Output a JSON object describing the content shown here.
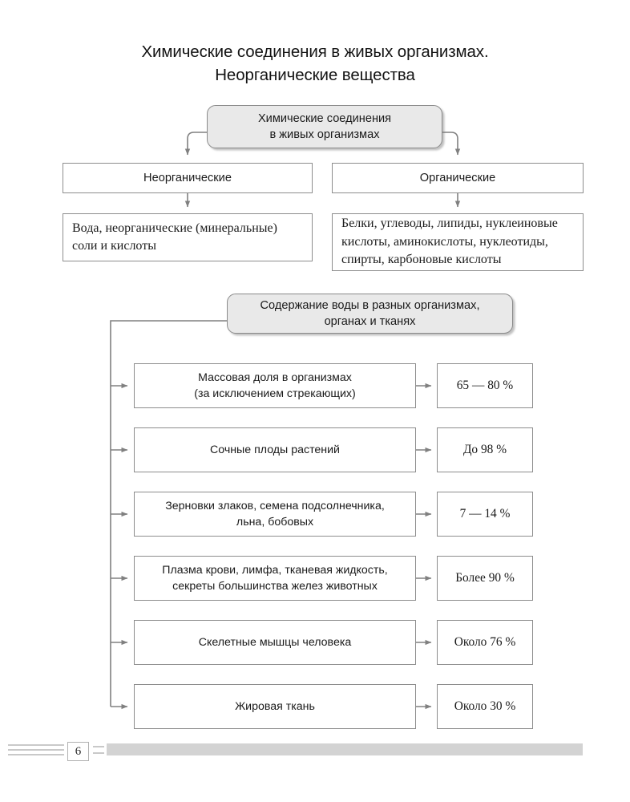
{
  "page": {
    "title_line1": "Химические соединения в живых организмах.",
    "title_line2": "Неорганические вещества",
    "page_number": "6"
  },
  "section1": {
    "root": {
      "line1": "Химические соединения",
      "line2": "в живых организмах"
    },
    "categories": [
      {
        "label": "Неорганические"
      },
      {
        "label": "Органические"
      }
    ],
    "details": [
      {
        "lines": [
          "Вода,  неорганические  (минеральные)",
          "соли и кислоты"
        ]
      },
      {
        "lines": [
          "Белки, углеводы, липиды, нуклеиновые",
          "кислоты,  аминокислоты,  нуклеотиды,",
          "спирты, карбоновые кислоты"
        ]
      }
    ]
  },
  "section2": {
    "header": {
      "line1": "Содержание воды в разных организмах,",
      "line2": "органах и тканях"
    },
    "rows": [
      {
        "label_lines": [
          "Массовая доля в организмах",
          "(за исключением стрекающих)"
        ],
        "value": "65 — 80 %"
      },
      {
        "label_lines": [
          "Сочные плоды растений"
        ],
        "value": "До 98 %"
      },
      {
        "label_lines": [
          "Зерновки злаков, семена подсолнечника,",
          "льна, бобовых"
        ],
        "value": "7 — 14 %"
      },
      {
        "label_lines": [
          "Плазма крови, лимфа, тканевая жидкость,",
          "секреты большинства желез животных"
        ],
        "value": "Более 90 %"
      },
      {
        "label_lines": [
          "Скелетные мышцы человека"
        ],
        "value": "Около 76 %"
      },
      {
        "label_lines": [
          "Жировая ткань"
        ],
        "value": "Около 30 %"
      }
    ]
  },
  "colors": {
    "box_border": "#8d8d8d",
    "rounded_fill": "#e9e9e9",
    "connector": "#808080",
    "footer_bar": "#d3d3d3",
    "text": "#1a1a1a"
  }
}
